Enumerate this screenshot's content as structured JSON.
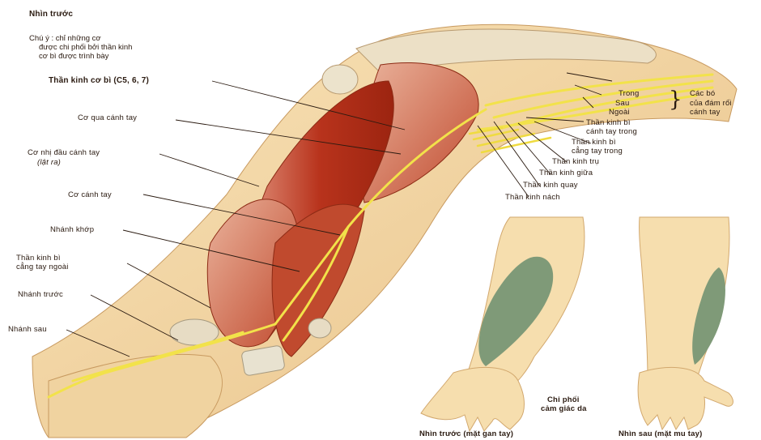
{
  "title": "Nhìn trước",
  "note": {
    "line1": "Chú ý : chỉ những cơ",
    "line2": "được chi phối bởi thần kinh",
    "line3": "cơ bì được trình bày"
  },
  "labels": {
    "musculocutaneous": "Thần kinh cơ bì (C5, 6, 7)",
    "coracobrachialis": "Cơ qua cánh tay",
    "biceps": "Cơ nhị đầu cánh tay",
    "biceps_note": "(lật ra)",
    "brachialis": "Cơ cánh tay",
    "articular_branch": "Nhánh khớp",
    "lateral_cutaneous_1": "Thần kinh bì",
    "lateral_cutaneous_2": "cẳng tay ngoài",
    "anterior_branch": "Nhánh trước",
    "posterior_branch": "Nhánh sau",
    "cord_medial": "Trong",
    "cord_posterior": "Sau",
    "cord_lateral": "Ngoài",
    "cords_title_1": "Các bó",
    "cords_title_2": "của đám rối",
    "cords_title_3": "cánh tay",
    "med_cut_arm_1": "Thần kinh bì",
    "med_cut_arm_2": "cánh tay trong",
    "med_cut_forearm_1": "Thần kinh bì",
    "med_cut_forearm_2": "cẳng tay trong",
    "ulnar": "Thần kinh trụ",
    "median": "Thần kinh giữa",
    "radial": "Thần kinh quay",
    "axillary": "Thần kinh nách",
    "sensory_1": "Chi phối",
    "sensory_2": "cảm giác da",
    "view_palmar": "Nhìn trước (mặt gan tay)",
    "view_dorsal": "Nhìn sau (mặt mu tay)"
  },
  "colors": {
    "skin": "#f4d9a8",
    "skin_dark": "#e2b57a",
    "muscle": "#b8331c",
    "muscle_light": "#d9745a",
    "nerve": "#f2e24a",
    "tendon": "#e8e2d0",
    "sensory_area": "#7f9a78",
    "leader": "#2a1a10"
  }
}
